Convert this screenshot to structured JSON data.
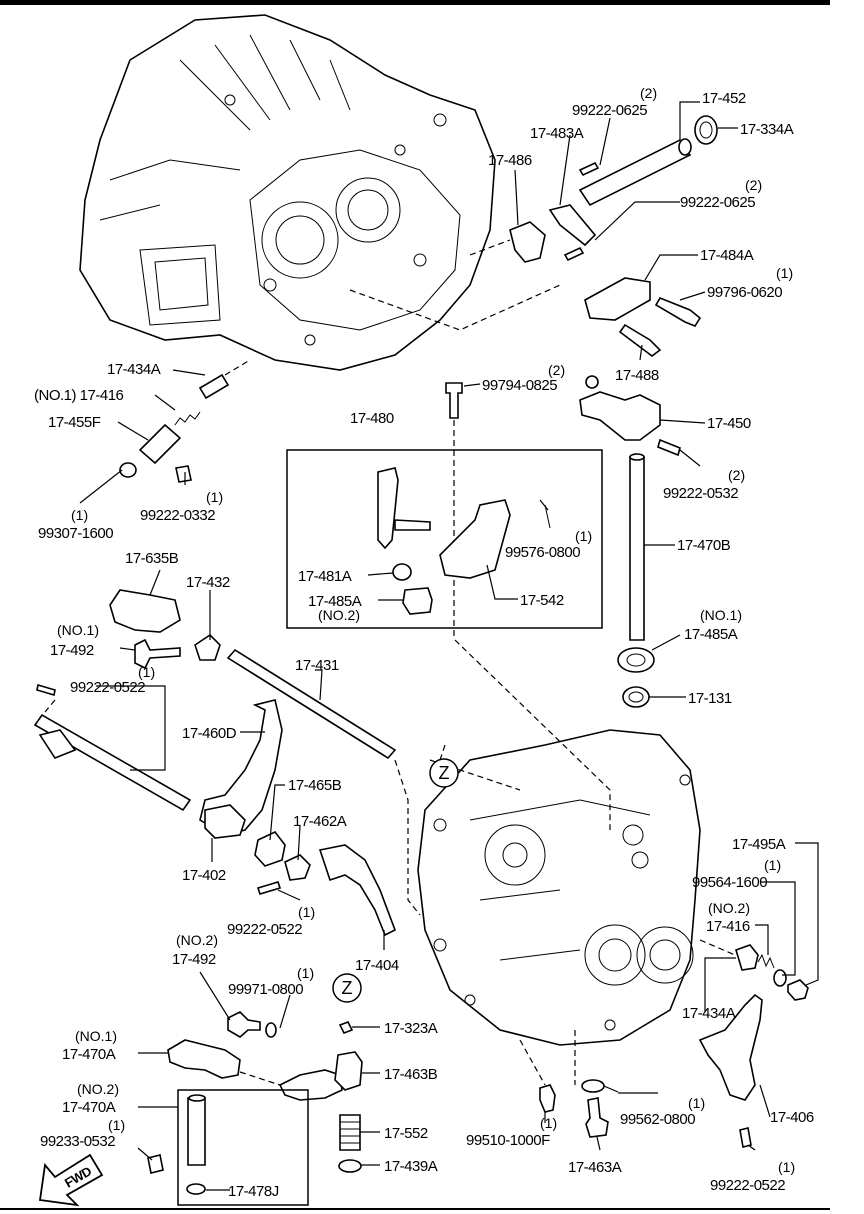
{
  "labels": {
    "p17_452": "17-452",
    "p17_334A": "17-334A",
    "q_99222_0625_a": "(2)",
    "p99222_0625_a": "99222-0625",
    "p17_483A": "17-483A",
    "p17_486": "17-486",
    "q_99222_0625_b": "(2)",
    "p99222_0625_b": "99222-0625",
    "p17_484A": "17-484A",
    "q_99796_0620": "(1)",
    "p99796_0620": "99796-0620",
    "p17_488": "17-488",
    "p17_434A_top": "17-434A",
    "p17_416_top": "(NO.1) 17-416",
    "p17_455F": "17-455F",
    "q_99307_1600": "(1)",
    "p99307_1600": "99307-1600",
    "q_99222_0332": "(1)",
    "p99222_0332": "99222-0332",
    "q_99794_0825": "(2)",
    "p99794_0825": "99794-0825",
    "p17_450": "17-450",
    "q_99222_0532": "(2)",
    "p99222_0532": "99222-0532",
    "p17_480": "17-480",
    "q_99576_0800": "(1)",
    "p99576_0800": "99576-0800",
    "p17_481A": "17-481A",
    "p17_485A_box": "17-485A",
    "no2_box": "(NO.2)",
    "p17_542": "17-542",
    "p17_470B": "17-470B",
    "p17_635B": "17-635B",
    "p17_432": "17-432",
    "no1_492": "(NO.1)",
    "p17_492_top": "17-492",
    "q_99222_0522_a": "(1)",
    "p99222_0522_a": "99222-0522",
    "p17_431": "17-431",
    "no1_485A": "(NO.1)",
    "p17_485A_right": "17-485A",
    "p17_131": "17-131",
    "p17_460D": "17-460D",
    "z_top": "Z",
    "p17_465B": "17-465B",
    "p17_462A": "17-462A",
    "p17_402": "17-402",
    "q_99222_0522_b": "(1)",
    "p99222_0522_b": "99222-0522",
    "p17_404": "17-404",
    "p17_495A": "17-495A",
    "q_99564_1600": "(1)",
    "p99564_1600": "99564-1600",
    "no2_416": "(NO.2)",
    "p17_416_right": "17-416",
    "p17_434A_right": "17-434A",
    "no2_492": "(NO.2)",
    "p17_492_bottom": "17-492",
    "q_99971_0800": "(1)",
    "p99971_0800": "99971-0800",
    "z_bottom": "Z",
    "p17_323A": "17-323A",
    "no1_470A": "(NO.1)",
    "p17_470A_top": "17-470A",
    "p17_463B": "17-463B",
    "no2_470A": "(NO.2)",
    "p17_470A_bottom": "17-470A",
    "q_99233_0532": "(1)",
    "p99233_0532": "99233-0532",
    "p17_552": "17-552",
    "p17_439A": "17-439A",
    "p17_478J": "17-478J",
    "q_99510_1000F": "(1)",
    "p99510_1000F": "99510-1000F",
    "q_99562_0800": "(1)",
    "p99562_0800": "99562-0800",
    "p17_463A": "17-463A",
    "p17_406": "17-406",
    "q_99222_0522_c": "(1)",
    "p99222_0522_c": "99222-0522",
    "fwd": "FWD"
  }
}
